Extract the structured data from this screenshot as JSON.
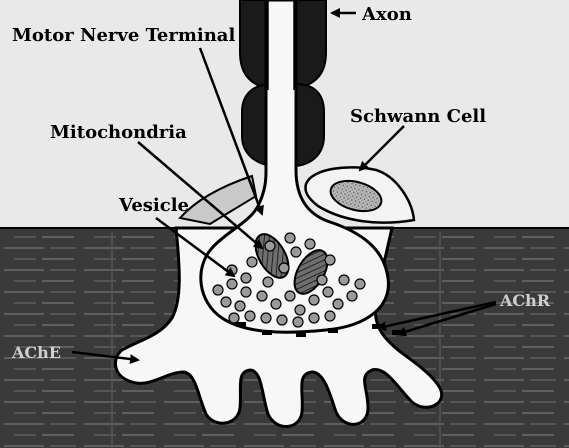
{
  "diagram": {
    "labels": {
      "axon": "Axon",
      "motor_nerve_terminal": "Motor Nerve Terminal",
      "mitochondria": "Mitochondria",
      "schwann_cell": "Schwann Cell",
      "vesicle": "Vesicle",
      "achr": "AChR",
      "ache": "AChE"
    },
    "colors": {
      "background": "#e9e9e9",
      "muscle": "#3a3a3a",
      "outline": "#000000",
      "terminal": "#f7f7f7",
      "vesicle": "#9a9a9a"
    }
  }
}
